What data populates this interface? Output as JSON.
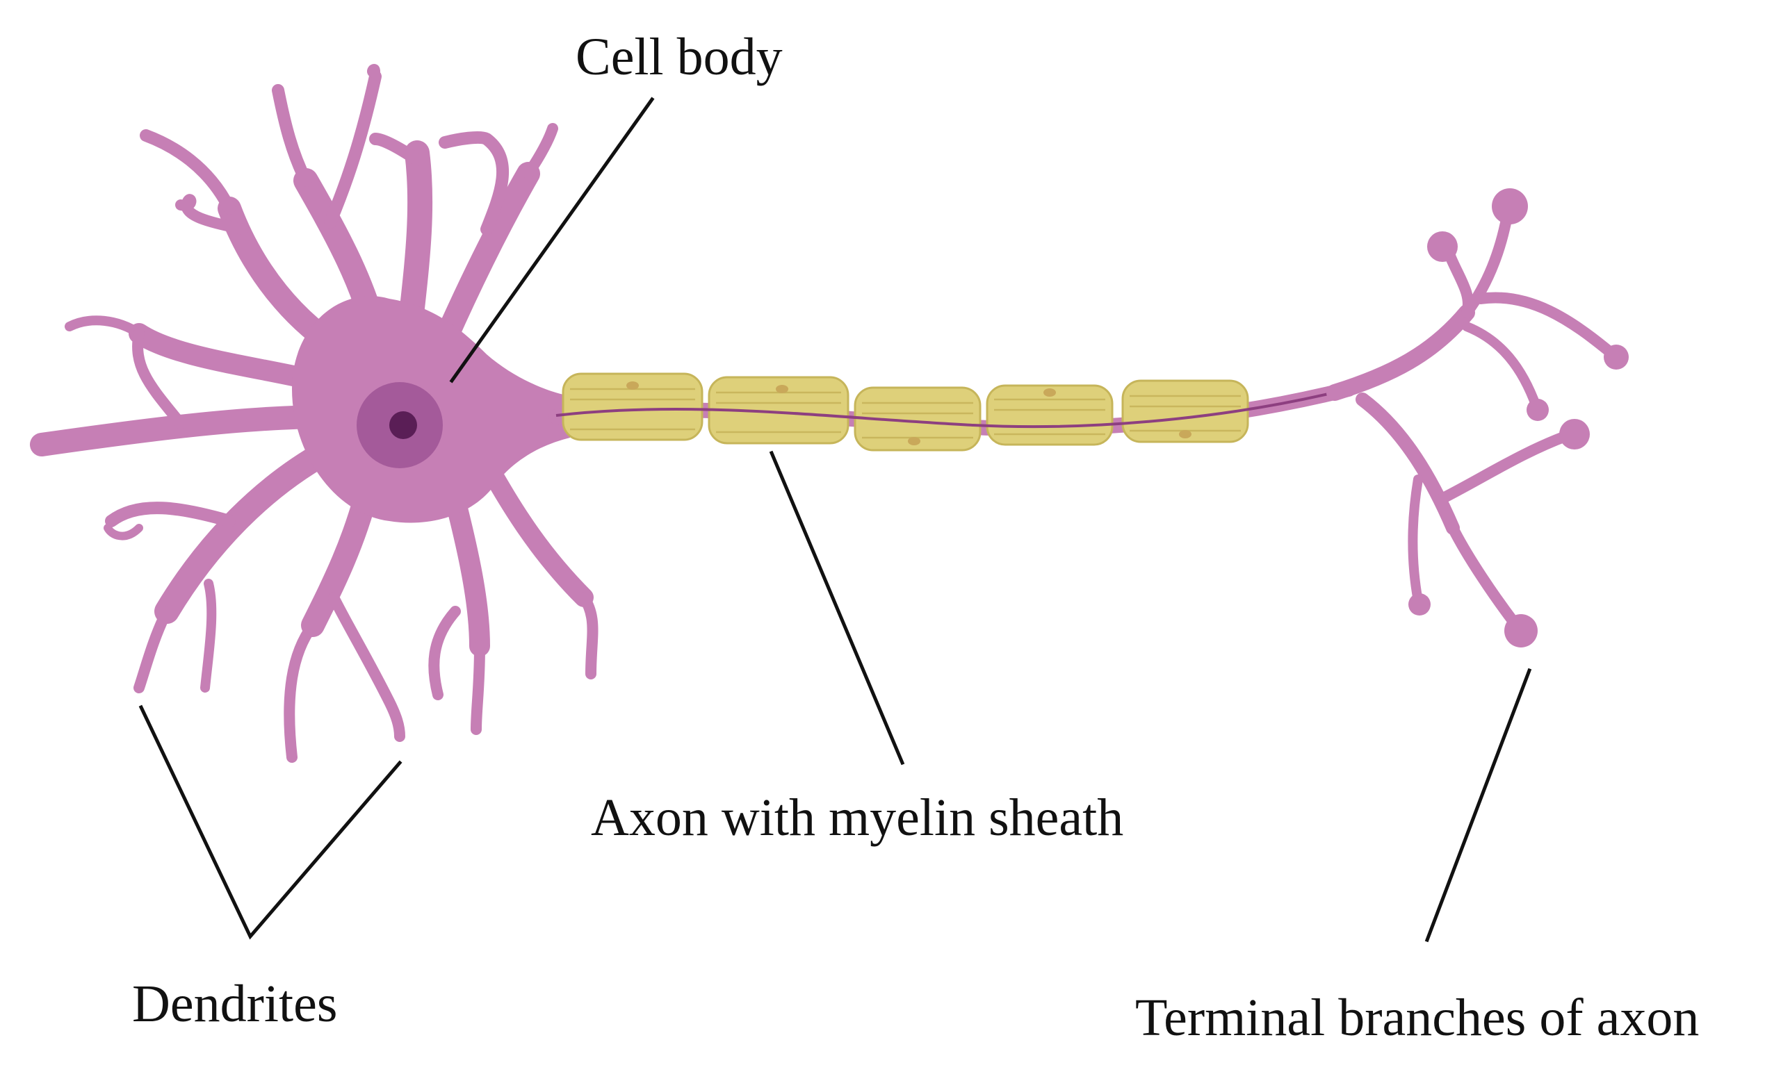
{
  "labels": {
    "cell_body": "Cell body",
    "axon": "Axon with myelin sheath",
    "dendrites": "Dendrites",
    "terminal": "Terminal branches of axon"
  },
  "colors": {
    "neuron": "#c67fb5",
    "neuron_edge": "#a55b97",
    "nucleus_outer": "#a45a9a",
    "nucleolus": "#5a1e56",
    "axon_core_line": "#8d3f80",
    "myelin": "#ded07a",
    "myelin_stripe": "#c9b65d",
    "leader_line": "#111111",
    "text": "#111111"
  }
}
